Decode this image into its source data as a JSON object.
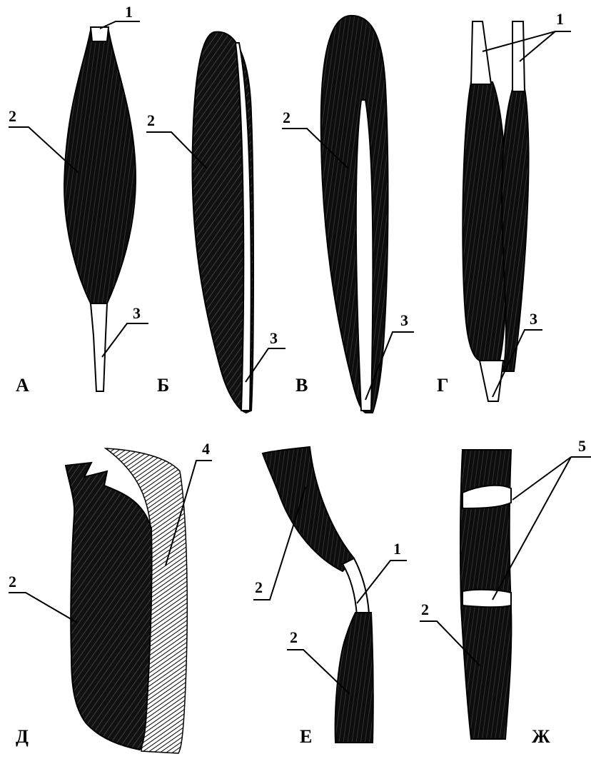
{
  "figure": {
    "panels": [
      {
        "id": "A",
        "letter": "А",
        "callouts": [
          "1",
          "2",
          "3"
        ]
      },
      {
        "id": "B",
        "letter": "Б",
        "callouts": [
          "2",
          "3"
        ]
      },
      {
        "id": "V",
        "letter": "В",
        "callouts": [
          "2",
          "3"
        ]
      },
      {
        "id": "G",
        "letter": "Г",
        "callouts": [
          "1",
          "3"
        ]
      },
      {
        "id": "D",
        "letter": "Д",
        "callouts": [
          "2",
          "4"
        ]
      },
      {
        "id": "E",
        "letter": "Е",
        "callouts": [
          "2",
          "1",
          "2"
        ]
      },
      {
        "id": "Zh",
        "letter": "Ж",
        "callouts": [
          "5",
          "2"
        ]
      }
    ],
    "colors": {
      "muscle": "#0d0d0d",
      "tendon": "#ffffff",
      "outline": "#000000"
    }
  }
}
